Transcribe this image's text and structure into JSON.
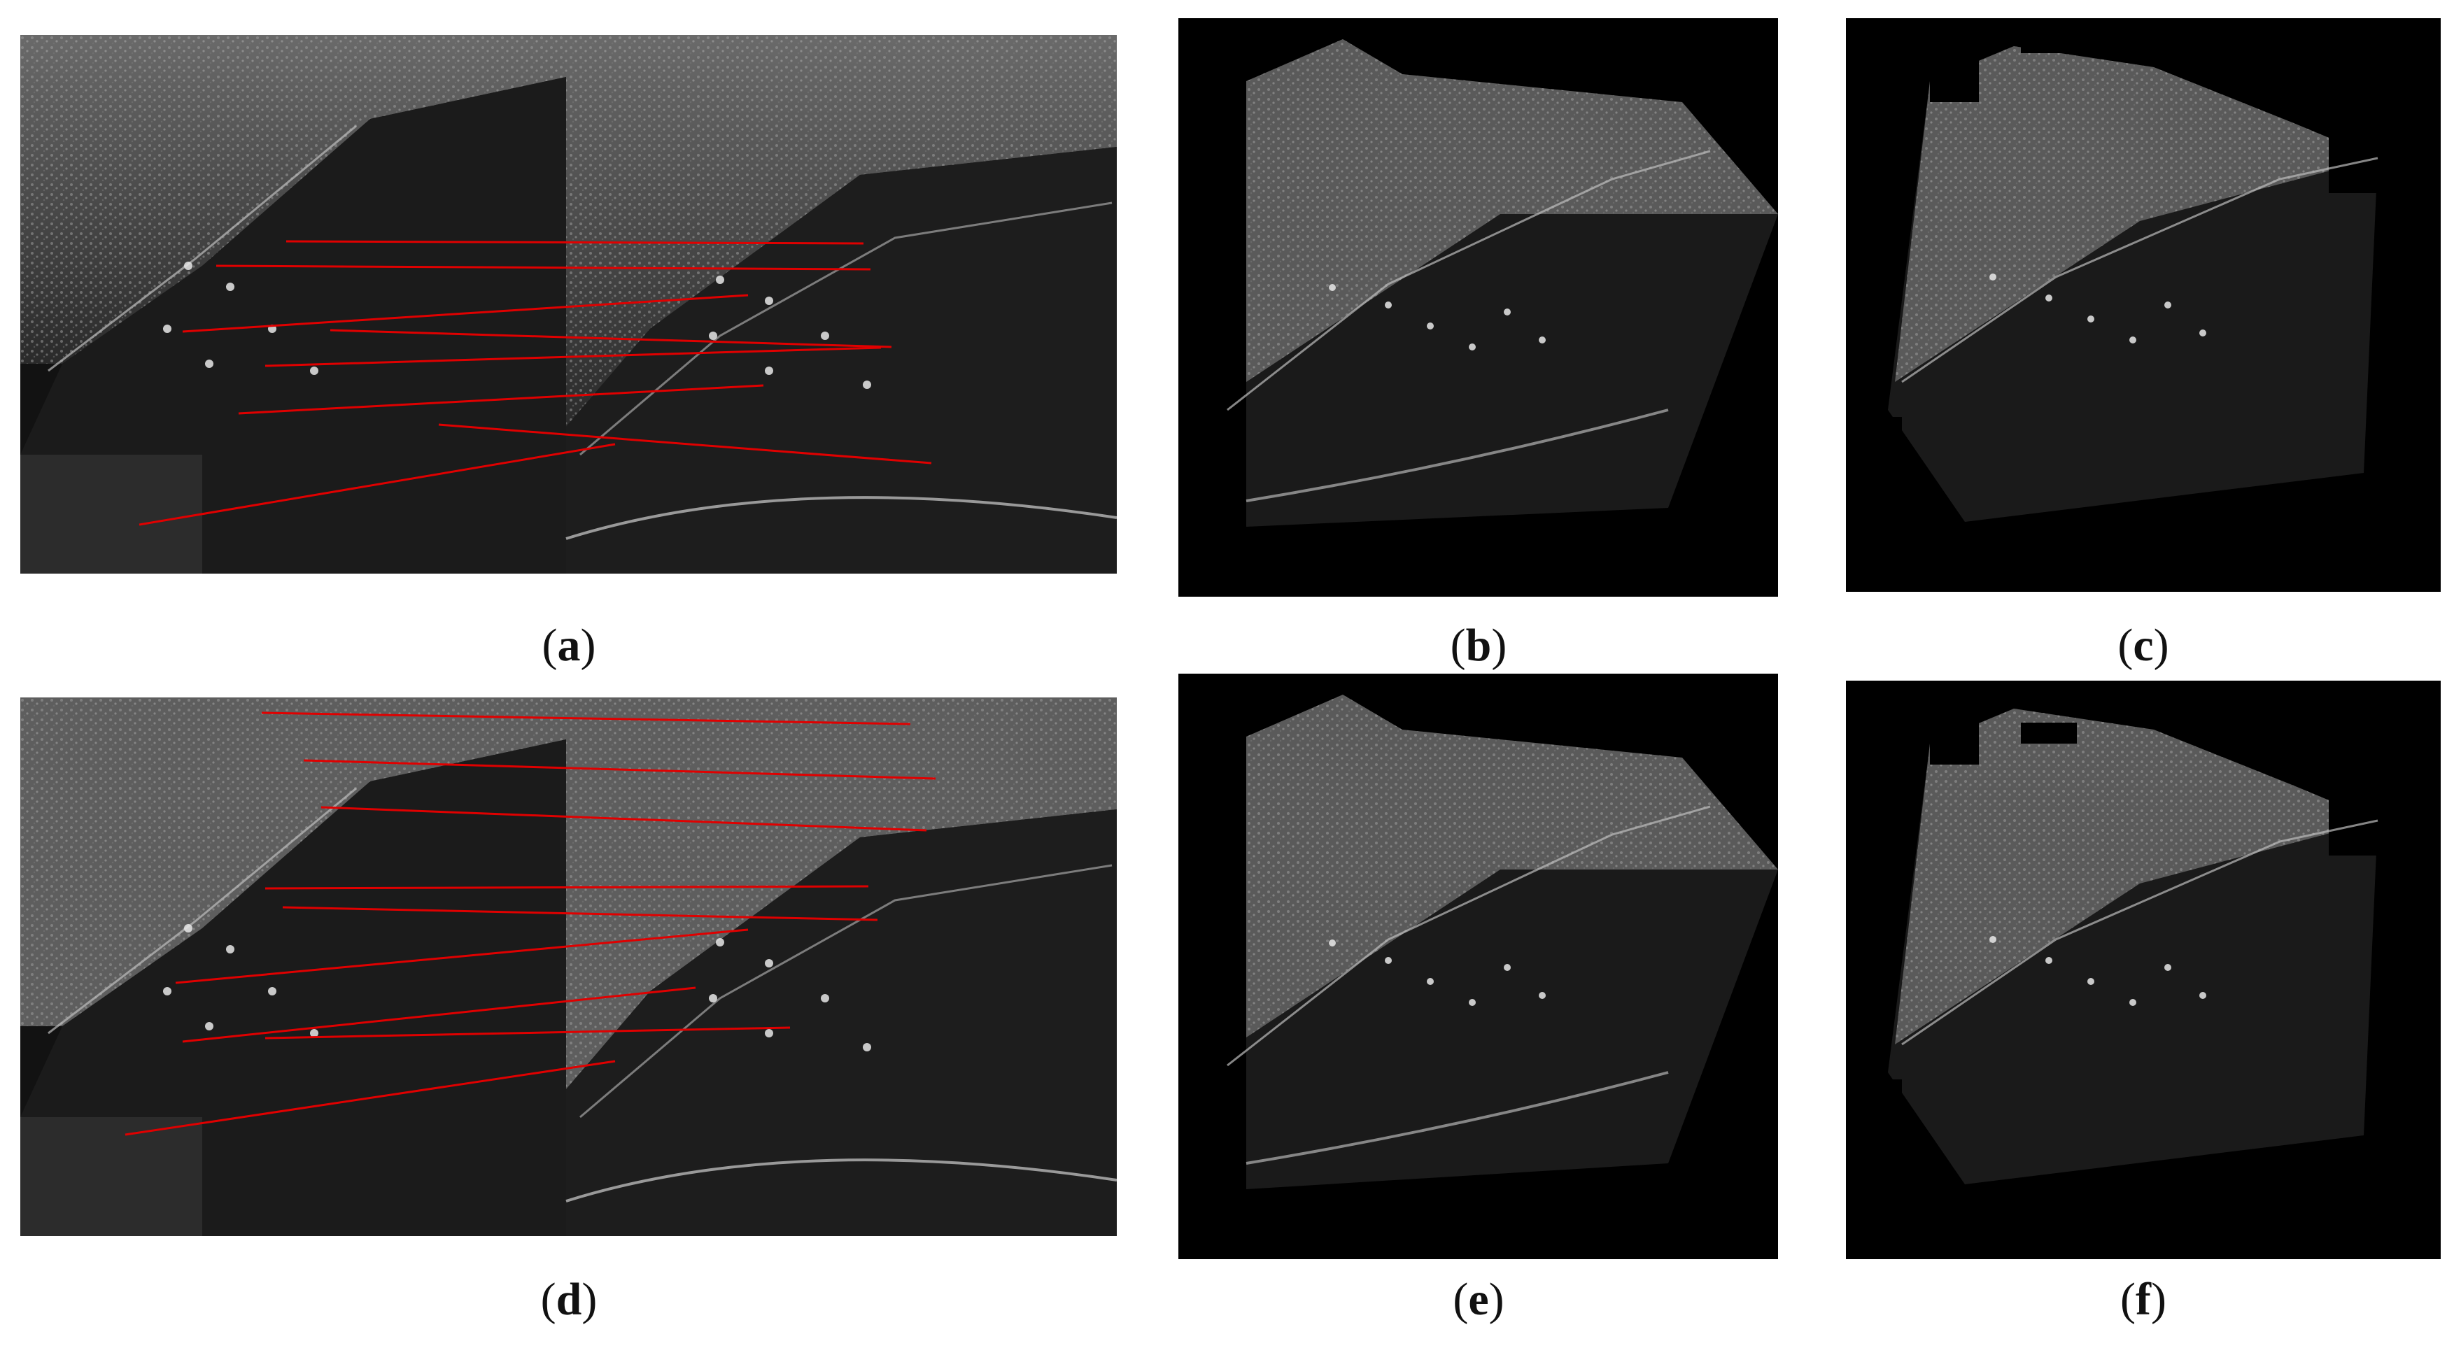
{
  "figure": {
    "panels": [
      {
        "id": "a",
        "label": "a"
      },
      {
        "id": "b",
        "label": "b"
      },
      {
        "id": "c",
        "label": "c"
      },
      {
        "id": "d",
        "label": "d"
      },
      {
        "id": "e",
        "label": "e"
      },
      {
        "id": "f",
        "label": "f"
      }
    ]
  },
  "colors": {
    "match_line": "#e00000",
    "background": "#000000",
    "scene_dark": "#141414",
    "scene_mid": "#3a3a3a",
    "scene_bright": "#8a8a8a"
  }
}
